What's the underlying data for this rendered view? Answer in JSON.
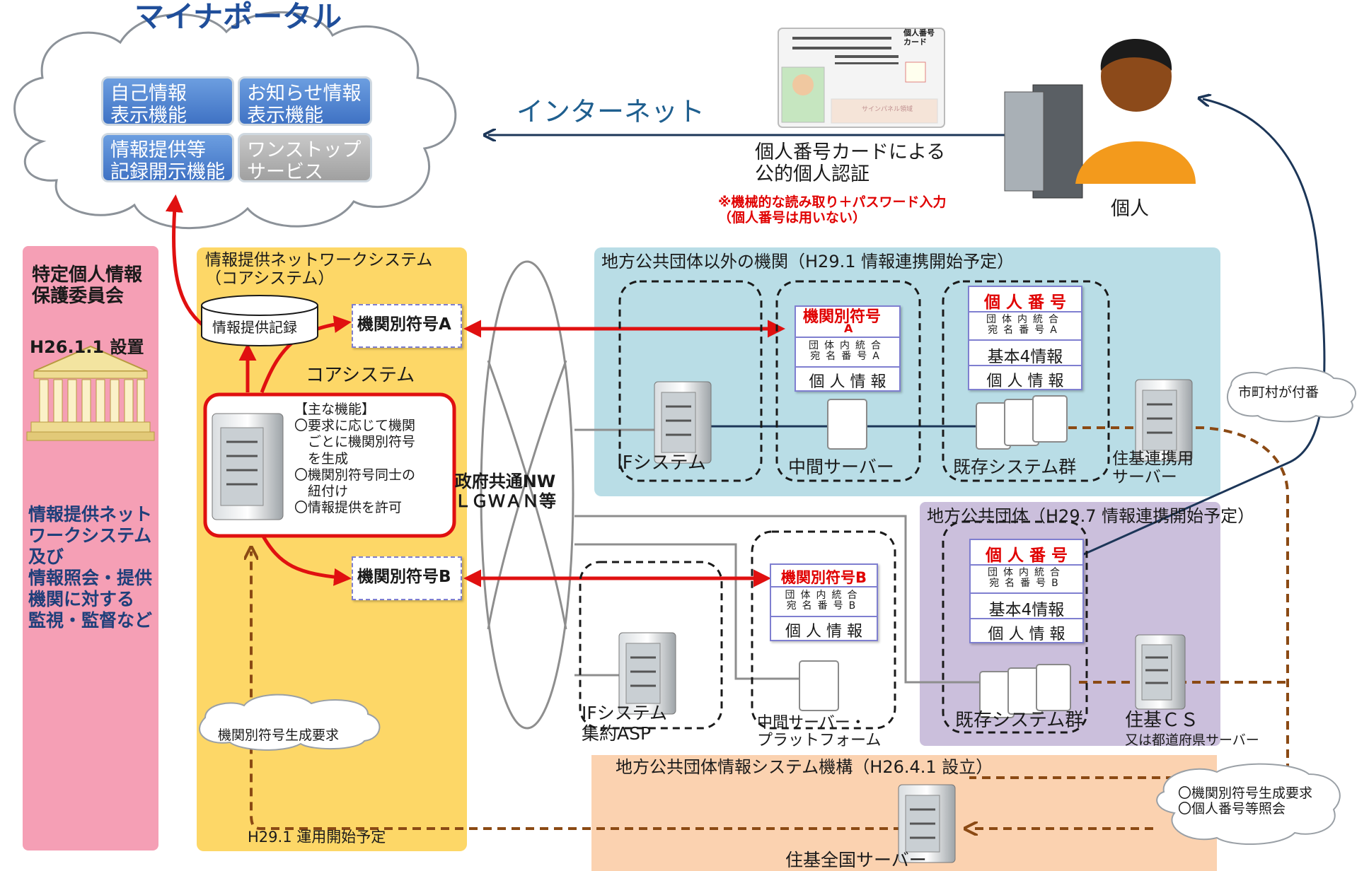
{
  "portal": {
    "title": "マイナポータル",
    "functions": [
      {
        "label": "自己情報\n表示機能",
        "style": "blue"
      },
      {
        "label": "お知らせ情報\n表示機能",
        "style": "blue"
      },
      {
        "label": "情報提供等\n記録開示機能",
        "style": "blue"
      },
      {
        "label": "ワンストップ\nサービス",
        "style": "gray"
      }
    ]
  },
  "internet": {
    "label": "インターネット",
    "auth": "個人番号カードによる\n公的個人認証",
    "note": "※機械的な読み取り＋パスワード入力\n（個人番号は用いない）"
  },
  "card": {
    "title": "個人番号\nカード",
    "seal_text": "サインパネル領域"
  },
  "person": {
    "label": "個人"
  },
  "commission": {
    "title": "特定個人情報\n保護委員会",
    "date": "H26.1.1 設置",
    "desc": "情報提供ネット\nワークシステム\n及び\n情報照会・提供\n機関に対する\n監視・監督など"
  },
  "network_system": {
    "title": "情報提供ネットワークシステム\n（コアシステム）",
    "record": "情報提供記録",
    "code_a": "機関別符号A",
    "code_b": "機関別符号B",
    "core_label": "コアシステム",
    "functions": "【主な機能】\n〇要求に応じて機関\n　ごとに機関別符号\n　を生成\n〇機関別符号同士の\n　紐付け\n〇情報提供を許可",
    "request": "機関別符号生成要求",
    "schedule": "H29.1 運用開始予定"
  },
  "gov_network": {
    "label": "政府共通NW\nＬＧＷＡＮ等"
  },
  "non_local": {
    "title": "地方公共団体以外の機関（H29.1 情報連携開始予定）",
    "if_system": "IFシステム",
    "middle_server": "中間サーバー",
    "existing": "既存システム群",
    "code_box": {
      "title": "機関別符号",
      "title_sub": "A",
      "codes": "団体内統合\n宛名番号A",
      "info": "個 人 情 報"
    },
    "number_box": {
      "title": "個 人 番 号",
      "codes": "団体内統合\n宛名番号A",
      "basic": "基本4情報",
      "info": "個 人 情 報"
    }
  },
  "jyuki": {
    "link_server": "住基連携用\nサーバー",
    "assign": "市町村が付番",
    "cs": "住基ＣＳ",
    "pref_server": "又は都道府県サーバー"
  },
  "local_gov": {
    "title": "地方公共団体（H29.7 情報連携開始予定）",
    "if_asp": "IFシステム\n集約ASP",
    "middle_platform": "中間サーバー・\nプラットフォーム",
    "existing": "既存システム群",
    "code_box": {
      "title": "機関別符号B",
      "codes": "団体内統合\n宛名番号B",
      "info": "個 人 情 報"
    },
    "number_box": {
      "title": "個 人 番 号",
      "codes": "団体内統合\n宛名番号B",
      "basic": "基本4情報",
      "info": "個 人 情 報"
    }
  },
  "jlis": {
    "title": "地方公共団体情報システム機構（H26.4.1 設立）",
    "server": "住基全国サーバー",
    "requests": "〇機関別符号生成要求\n〇個人番号等照会"
  },
  "colors": {
    "portal_title": "#1f4e9a",
    "internet": "#1f5f8f",
    "red_arrow": "#e01010",
    "dashed_brown": "#8b4a14",
    "yellow_panel": "#fdd767",
    "pink_panel": "#f59fb5",
    "blue_panel": "#b9dde6",
    "purple_panel": "#cbbfdc",
    "peach_panel": "#fbd2b0"
  }
}
